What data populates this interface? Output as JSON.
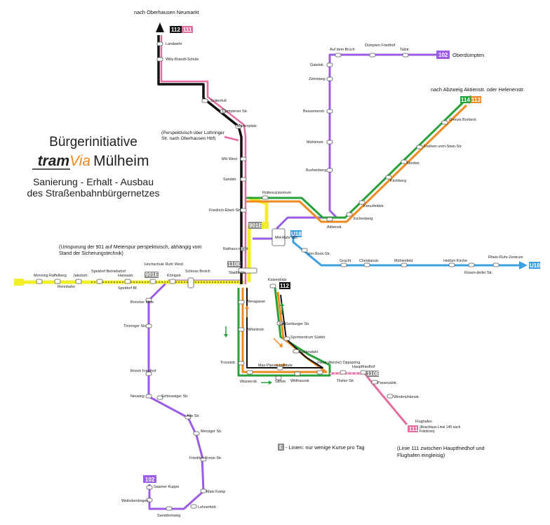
{
  "colors": {
    "line102": "#9b5de5",
    "line112": "#111111",
    "line111": "#e46ea0",
    "line104": "#27a23a",
    "line114": "#27a23a",
    "line113": "#ef8a1e",
    "line901": "#f2ef2a",
    "lineU18": "#3aa0e0"
  },
  "title": {
    "line1": "Bürgerinitiative",
    "brand_tram": "tram",
    "brand_via": "Via",
    "brand_city": "Mülheim",
    "line3": "Sanierung - Erhalt - Ausbau",
    "line4": "des Straßenbahnbürgernetzes"
  },
  "notes": {
    "top_destination": "nach Oberhausen Neumarkt",
    "lothringer": "(Perspektivisch über Lothringer Str. nach Oberhausen Hbf)",
    "aktienstr_branch": "nach Abzweig Aktienstr. oder Helenenstr.",
    "umspurung": "(Umspurung der 901 auf Meterspur perspektivisch, abhängig vom Stand der Sicherungstechnik)",
    "e_lines": "- Linien: nur wenige Kurse pro Tag",
    "line111_note": "(Linie 111 zwischen Hauptfriedhof und Flughafen eingleisig)",
    "anschluss": "(Anschluss Linie 145 nach Fototrom)"
  },
  "badges": {
    "b112_top": "112",
    "b111_top": "111",
    "b102_top": "102",
    "b114": "114",
    "b113": "113",
    "b901e": "901E",
    "b901_left": "901",
    "b901e_left": "901E",
    "b110e": "110E",
    "b112_kaiser": "112",
    "bU18_mid": "U18",
    "bU18_right": "U18",
    "b110e_friedhof": "110E",
    "b111_flughafen": "111",
    "b102_bottom": "102",
    "bE": "E"
  },
  "stations": {
    "landwehr": "Landwehr",
    "willy": "Willy-Brandt-Schule",
    "soltenfuss": "Soltenfuß",
    "duempten_str": "Dümptener Str.",
    "marienplatz": "Marienplatz",
    "mh_west": "MH West",
    "sandstr": "Sandstr.",
    "friedrich_ebert": "Friedrich-Ebert-Str.",
    "rathausmarkt": "Rathaus-markt",
    "stadtmitte": "Stadtmitte",
    "kaiserplatz": "Kaiserplatz",
    "weragasse": "Weragasse",
    "wilhelmstr": "Wilhelmstr.",
    "trooststr": "Trooststr.",
    "wasserstr": "Wasserstr.",
    "stiftstr": "Stiftstr.",
    "witthausstr": "Witthausstr.",
    "max_planck": "Max-Planck-Institute",
    "weissenburger": "Weißenburger Str.",
    "sportzentrum": "Sportzentrum Südstr.",
    "kuhlendahl": "Kuhlendahl",
    "oppspring": "(neue Weiche) Oppspring",
    "hauptfriedhof": "Hauptfriedhof",
    "tilsiter": "Tilsiter Str.",
    "parsevalstr": "Parsevalstr.",
    "windmuehlen": "Windmühlenstr.",
    "flughafen": "Flughafen",
    "mh_ruhr_hbf": "MH-Ruhr Hbf.",
    "von_bock": "Von-Bock-Str.",
    "gracht": "Gracht",
    "christianstr": "Christianstr.",
    "muehlenfeld": "Mühlenfeld",
    "heissener_kirche": "Heißen Kirche",
    "rosendeller": "Rosen-deller Str.",
    "rhein_ruhr": "Rhein-Ruhr-Zentrum",
    "rotkreuz": "Rotkreuzzentrum",
    "aktienstr": "Aktienstr.",
    "eichenberg": "Eichenberg",
    "kreuzfeldstr": "Kreuzfeldstr.",
    "kirchberg": "Kirchberg",
    "nordstr": "Nordstr.",
    "freiherr": "Freiherr-vom-Stein-Str.",
    "grenze_borbeck": "Grenze Borbeck",
    "buchenberg": "Buchenberg",
    "muehlenstr": "Mühlenstr.",
    "bessemerstr": "Bessemerstr.",
    "zehntweg": "Zehntweg",
    "gatelstr": "Gatelstr.",
    "auf_dem_bruch": "Auf dem Bruch",
    "duempten_friedhof": "Dümpten Friedhof",
    "talstr": "Talstr.",
    "oberduempten": "Oberdümpten",
    "schloss_broich": "Schloss Broich",
    "koenigstr": "Königstr.",
    "hochschule": "Hochschule Ruhr West",
    "hansastr": "Hansastr.",
    "speldorf_betriebshof": "Speldorf Betriebshof",
    "speldorf_bf": "Speldorf Bf.",
    "jakobstr": "Jakobstr.",
    "raffelberg": "Raffelberg",
    "monning": "Monning",
    "rennbahn": "Rennbahn",
    "broicher_mitte": "Broicher Mitte",
    "thueringer": "Thüringer Str.",
    "broich_friedhof": "Broich Friedhof",
    "neuweg": "Neuweg",
    "schleswiger": "Schleswiger Str.",
    "alte_str": "Alte Str.",
    "merziger": "Merziger Str.",
    "friedrich_freye": "Friedrich-Freye-Str.",
    "mats_kamp": "Mats Kamp",
    "lehnerfeld": "Lehnerfeld",
    "sanddornweg": "Sanddornweg",
    "weilsdombogen": "Weilsdombogen",
    "saarner_kuppe": "Saarner Kuppe"
  }
}
